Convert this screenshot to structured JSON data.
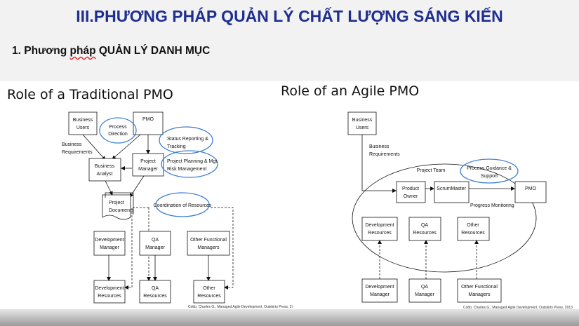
{
  "slide": {
    "title": "III.PHƯƠNG PHÁP QUẢN LÝ CHẤT LƯỢNG SÁNG KIẾN",
    "subtitle_prefix": "1. Phương ",
    "subtitle_squiggle": "pháp",
    "subtitle_rest": " QUẢN LÝ DANH MỤC"
  },
  "traditional": {
    "title": "Role of a Traditional PMO",
    "business_users": [
      "Business",
      "Users"
    ],
    "process_direction": [
      "Process",
      "Direction"
    ],
    "pmo": "PMO",
    "status_reporting": [
      "Status Reporting &",
      "Tracking"
    ],
    "business_requirements": [
      "Business",
      "Requirements"
    ],
    "business_analyst": [
      "Business",
      "Analyst"
    ],
    "project_manager": [
      "Project",
      "Manager"
    ],
    "project_planning": [
      "Project Planning & Mgt",
      "Risk Management"
    ],
    "project_documents": [
      "Project",
      "Documents"
    ],
    "coordination": "Coordination of Resources",
    "development_manager": [
      "Development",
      "Manager"
    ],
    "qa_manager": [
      "QA",
      "Manager"
    ],
    "other_functional_managers": [
      "Other Functional",
      "Managers"
    ],
    "development_resources": [
      "Development",
      "Resources"
    ],
    "qa_resources": [
      "QA",
      "Resources"
    ],
    "other_resources": [
      "Other",
      "Resources"
    ],
    "citation": "Cobb, Charles G., Managed Agile Development, Outskirts Press, 2i"
  },
  "agile": {
    "title": "Role of an Agile PMO",
    "business_users": [
      "Business",
      "Users"
    ],
    "business_requirements": [
      "Business",
      "Requirements"
    ],
    "project_team": "Project Team",
    "process_guidance": [
      "Process Guidance &",
      "Support"
    ],
    "product_owner": [
      "Product",
      "Owner"
    ],
    "scrummaster": "ScrumMaster",
    "pmo": "PMO",
    "progress_monitoring": "Progress Monitoring",
    "development_resources": [
      "Development",
      "Resources"
    ],
    "qa_resources": [
      "QA",
      "Resources"
    ],
    "other_resources": [
      "Other",
      "Resources"
    ],
    "development_manager": [
      "Development",
      "Manager"
    ],
    "qa_manager": [
      "QA",
      "Manager"
    ],
    "other_functional_managers": [
      "Other Functional",
      "Managers"
    ],
    "citation": "Cobb, Charles G., Managed Agile Development, Outskirts Press, 2013"
  },
  "colors": {
    "title": "#1f2f8f",
    "highlight_ellipse": "#3d7fd1",
    "header_band": "#f2f2f2"
  }
}
